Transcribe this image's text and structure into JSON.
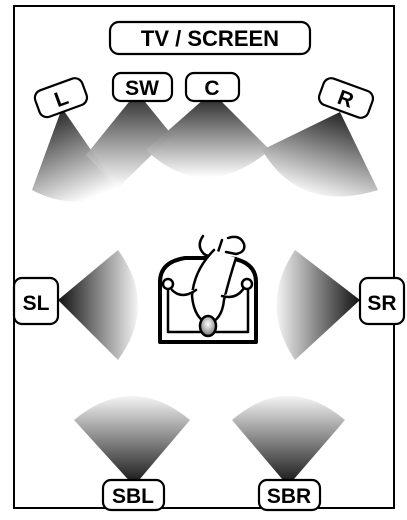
{
  "screen": {
    "label": "TV / SCREEN"
  },
  "speakers": {
    "front_left": "L",
    "subwoofer": "SW",
    "center": "C",
    "front_right": "R",
    "surround_left": "SL",
    "surround_right": "SR",
    "surround_back_left": "SBL",
    "surround_back_right": "SBR"
  },
  "colors": {
    "outline": "#000000",
    "cone_dark": "#1a1a1a",
    "cone_light": "#ffffff",
    "background": "#ffffff"
  },
  "icons": {
    "listener": "person-in-armchair-icon"
  }
}
